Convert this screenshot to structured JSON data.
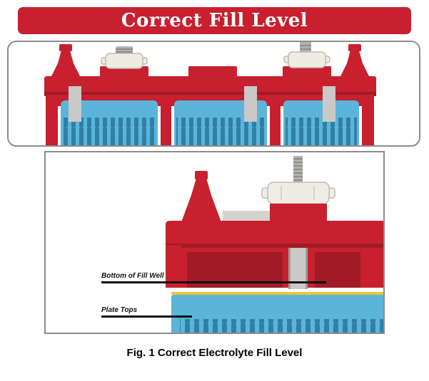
{
  "banner": {
    "title": "Correct Fill Level"
  },
  "figure": {
    "caption": "Fig. 1 Correct Electrolyte Fill Level"
  },
  "labels": {
    "fill_well": "Bottom of Fill Well",
    "plate_tops": "Plate Tops"
  },
  "colors": {
    "red": "#C8202E",
    "dark_red": "#A01B26",
    "blue": "#5BB5DA",
    "plate_blue": "#2F80A5",
    "gray_well": "#C9C9C7",
    "gray_stem": "#B4B2AD",
    "cap_cream": "#EFECE4",
    "yellow": "#F2C33E",
    "line_black": "#111111",
    "panel_border": "#8C8C8C"
  }
}
